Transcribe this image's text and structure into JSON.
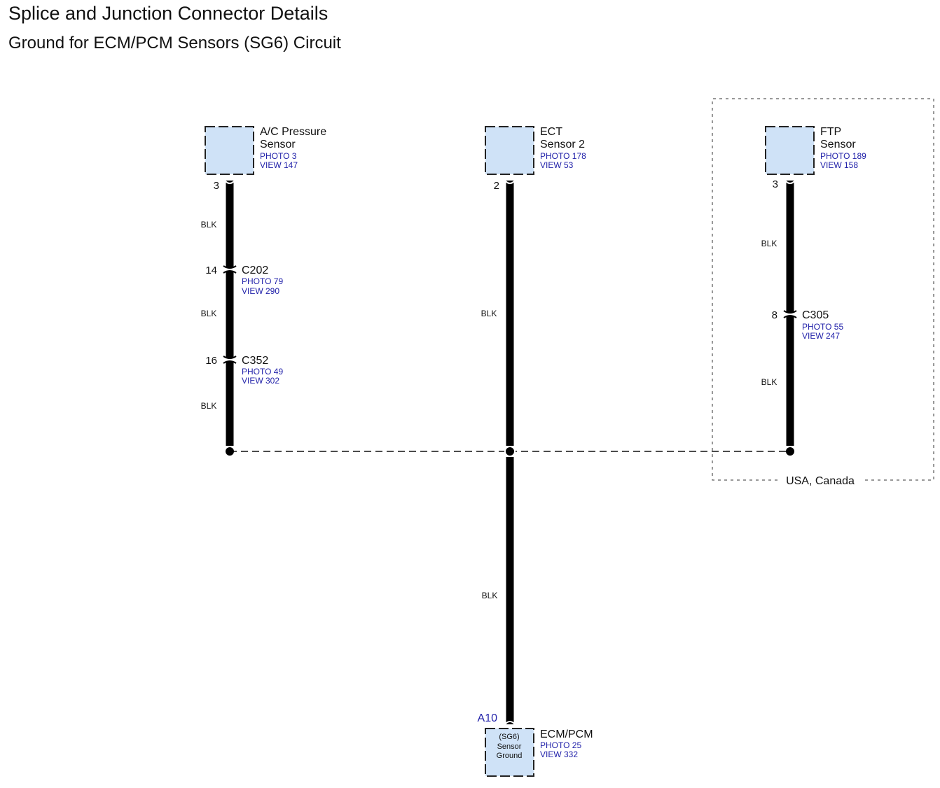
{
  "header": {
    "title": "Splice and Junction Connector Details",
    "subtitle": "Ground for ECM/PCM Sensors (SG6) Circuit"
  },
  "components": {
    "ac_pressure": {
      "line1": "A/C Pressure",
      "line2": "Sensor",
      "photo": "PHOTO 3",
      "view": "VIEW 147",
      "pin": "3"
    },
    "ect": {
      "line1": "ECT",
      "line2": "Sensor 2",
      "photo": "PHOTO 178",
      "view": "VIEW 53",
      "pin": "2"
    },
    "ftp": {
      "line1": "FTP",
      "line2": "Sensor",
      "photo": "PHOTO 189",
      "view": "VIEW 158",
      "pin": "3"
    },
    "ecm": {
      "name": "ECM/PCM",
      "photo": "PHOTO 25",
      "view": "VIEW 332",
      "pin": "A10",
      "inner1": "(SG6)",
      "inner2": "Sensor",
      "inner3": "Ground"
    }
  },
  "connectors": {
    "c202": {
      "name": "C202",
      "photo": "PHOTO 79",
      "view": "VIEW 290",
      "pin": "14"
    },
    "c352": {
      "name": "C352",
      "photo": "PHOTO 49",
      "view": "VIEW 302",
      "pin": "16"
    },
    "c305": {
      "name": "C305",
      "photo": "PHOTO 55",
      "view": "VIEW 247",
      "pin": "8"
    }
  },
  "wires": {
    "ac_1": "BLK",
    "ac_2": "BLK",
    "ac_3": "BLK",
    "ect_1": "BLK",
    "ftp_1": "BLK",
    "ftp_2": "BLK",
    "main": "BLK"
  },
  "region": {
    "label": "USA, Canada"
  },
  "colors": {
    "component_fill": "#cfe2f7",
    "wire": "#000000",
    "ref_text": "#2222aa"
  }
}
